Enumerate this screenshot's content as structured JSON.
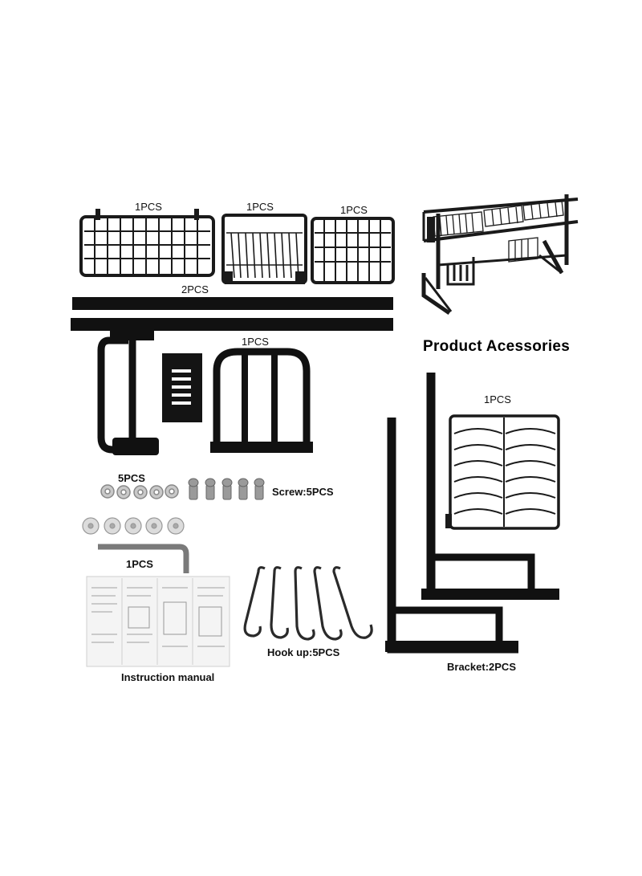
{
  "title": "Product Acessories",
  "labels": {
    "basket_left": "1PCS",
    "basket_mid": "1PCS",
    "basket_right": "1PCS",
    "bars": "2PCS",
    "holders": "1PCS",
    "washers": "5PCS",
    "screws": "Screw:5PCS",
    "wrench": "1PCS",
    "manual": "Instruction manual",
    "hooks": "Hook up:5PCS",
    "plate_rack": "1PCS",
    "brackets": "Bracket:2PCS"
  },
  "colors": {
    "metal": "#1a1a1a",
    "background": "#ffffff",
    "steel": "#9a9a9a"
  }
}
